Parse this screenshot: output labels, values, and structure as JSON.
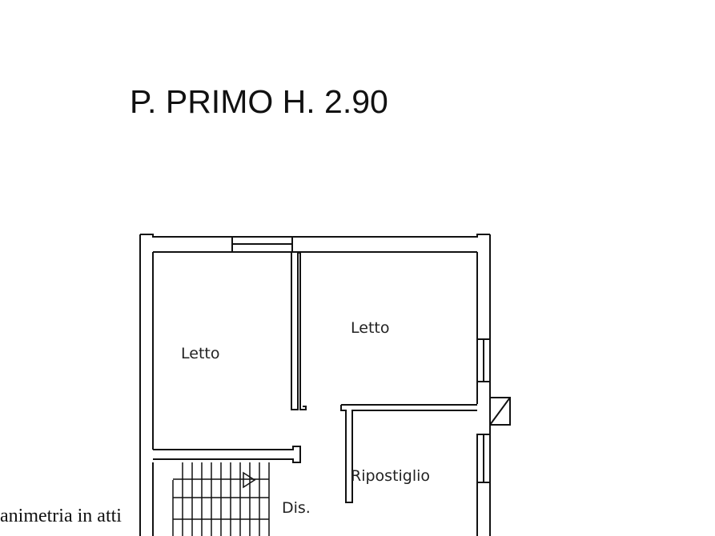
{
  "plan": {
    "title": "P. PRIMO H. 2.90",
    "rooms": {
      "letto_left": "Letto",
      "letto_right": "Letto",
      "ripostiglio": "Ripostiglio",
      "disimpegno": "Dis."
    },
    "caption": "animetria in atti"
  },
  "colors": {
    "line": "#111111",
    "background": "#ffffff"
  }
}
